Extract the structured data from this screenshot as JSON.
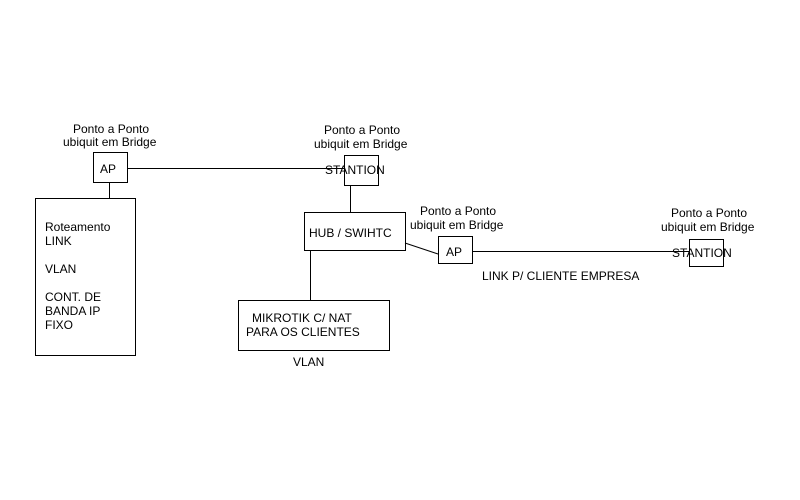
{
  "diagram": {
    "left_ap": {
      "caption_line1": "Ponto a Ponto",
      "caption_line2": "ubiquit em Bridge",
      "label": "AP"
    },
    "router_box": {
      "line1": "Roteamento",
      "line2": "LINK",
      "line3": "VLAN",
      "line4": "CONT. DE",
      "line5": "BANDA IP",
      "line6": "FIXO"
    },
    "top_station": {
      "caption_line1": "Ponto a Ponto",
      "caption_line2": "ubiquit em Bridge",
      "label": "STANTION"
    },
    "hub": {
      "label": "HUB / SWIHTC"
    },
    "mid_ap": {
      "caption_line1": "Ponto a Ponto",
      "caption_line2": "ubiquit em Bridge",
      "label": "AP"
    },
    "right_station": {
      "caption_line1": "Ponto a Ponto",
      "caption_line2": "ubiquit em Bridge",
      "label": "STANTION"
    },
    "link_label": "LINK P/ CLIENTE EMPRESA",
    "mikrotik": {
      "line1": "MIKROTIK C/ NAT",
      "line2": "PARA OS CLIENTES"
    },
    "vlan_label": "VLAN"
  }
}
